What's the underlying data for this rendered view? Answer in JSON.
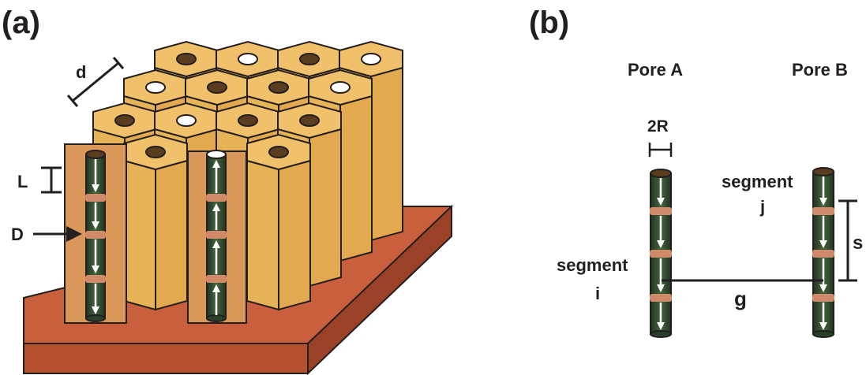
{
  "panel_a": {
    "label": "(a)",
    "dim_d": "d",
    "dim_L": "L",
    "dim_D": "D"
  },
  "panel_b": {
    "label": "(b)",
    "pore_a": "Pore A",
    "pore_b": "Pore B",
    "dim_2R": "2R",
    "segment_j_line1": "segment",
    "segment_j_line2": "j",
    "segment_i_line1": "segment",
    "segment_i_line2": "i",
    "dim_s": "s",
    "dim_g": "g"
  },
  "colors": {
    "membrane_top": "#f0c06b",
    "membrane_face": "#e6b457",
    "membrane_shade": "#d99a58",
    "substrate_top": "#c95f3c",
    "substrate_side": "#a94a2f",
    "nanowire": "#2f4a30",
    "ring": "#d08a6a",
    "pore_dark": "#5a3d1e"
  }
}
